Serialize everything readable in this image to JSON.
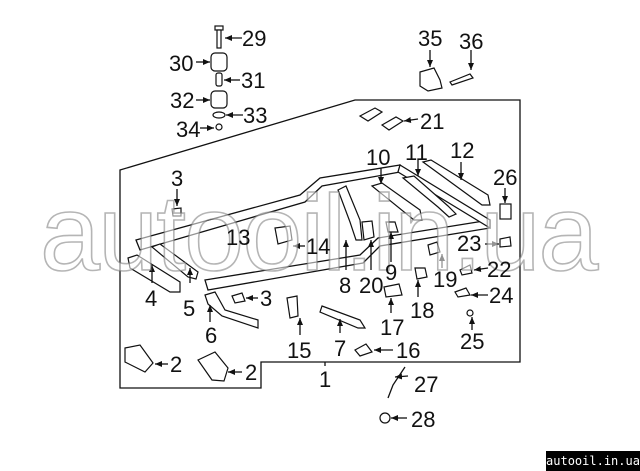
{
  "diagram": {
    "title": "Frame & components exploded view",
    "callouts": [
      {
        "id": "c1",
        "label": "1"
      },
      {
        "id": "c2a",
        "label": "2"
      },
      {
        "id": "c2b",
        "label": "2"
      },
      {
        "id": "c3a",
        "label": "3"
      },
      {
        "id": "c3b",
        "label": "3"
      },
      {
        "id": "c4",
        "label": "4"
      },
      {
        "id": "c5",
        "label": "5"
      },
      {
        "id": "c6",
        "label": "6"
      },
      {
        "id": "c7",
        "label": "7"
      },
      {
        "id": "c8",
        "label": "8"
      },
      {
        "id": "c9",
        "label": "9"
      },
      {
        "id": "c10",
        "label": "10"
      },
      {
        "id": "c11",
        "label": "11"
      },
      {
        "id": "c12",
        "label": "12"
      },
      {
        "id": "c13",
        "label": "13"
      },
      {
        "id": "c14",
        "label": "14"
      },
      {
        "id": "c15",
        "label": "15"
      },
      {
        "id": "c16",
        "label": "16"
      },
      {
        "id": "c17",
        "label": "17"
      },
      {
        "id": "c18",
        "label": "18"
      },
      {
        "id": "c19",
        "label": "19"
      },
      {
        "id": "c20",
        "label": "20"
      },
      {
        "id": "c21",
        "label": "21"
      },
      {
        "id": "c22",
        "label": "22"
      },
      {
        "id": "c23",
        "label": "23"
      },
      {
        "id": "c24",
        "label": "24"
      },
      {
        "id": "c25",
        "label": "25"
      },
      {
        "id": "c26",
        "label": "26"
      },
      {
        "id": "c27",
        "label": "27"
      },
      {
        "id": "c28",
        "label": "28"
      },
      {
        "id": "c29",
        "label": "29"
      },
      {
        "id": "c30",
        "label": "30"
      },
      {
        "id": "c31",
        "label": "31"
      },
      {
        "id": "c32",
        "label": "32"
      },
      {
        "id": "c33",
        "label": "33"
      },
      {
        "id": "c34",
        "label": "34"
      },
      {
        "id": "c35",
        "label": "35"
      },
      {
        "id": "c36",
        "label": "36"
      }
    ]
  },
  "watermark": {
    "text": "autooil.in.ua"
  },
  "badge": {
    "text": "autooil.in.ua"
  },
  "colors": {
    "ink": "#111111",
    "background": "#ffffff",
    "badge_bg": "#000000",
    "badge_fg": "#ffffff"
  }
}
